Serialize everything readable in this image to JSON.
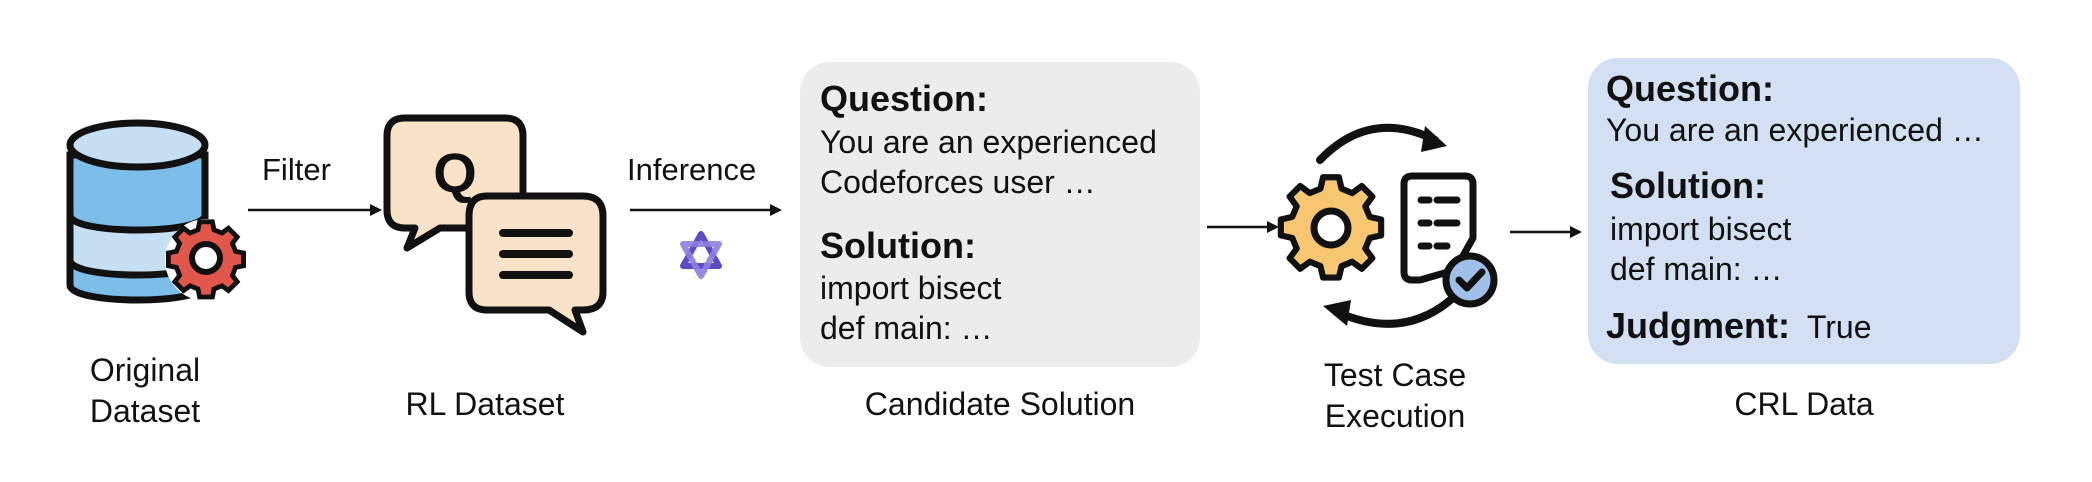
{
  "stages": {
    "original": {
      "label_line1": "Original",
      "label_line2": "Dataset",
      "icon": "database-gear-icon"
    },
    "rl": {
      "label": "RL Dataset",
      "icon": "qa-chat-icon",
      "q_letter": "Q"
    },
    "candidate": {
      "label": "Candidate Solution",
      "question_heading": "Question:",
      "question_line1": "You are an experienced",
      "question_line2": "Codeforces user …",
      "solution_heading": "Solution:",
      "solution_line1": "import bisect",
      "solution_line2": "def main: …"
    },
    "execution": {
      "label_line1": "Test Case",
      "label_line2": "Execution",
      "icon": "gear-checklist-cycle-icon"
    },
    "crl": {
      "label": "CRL Data",
      "question_heading": "Question:",
      "question_line1": "You are an experienced …",
      "solution_heading": "Solution:",
      "solution_line1": "import bisect",
      "solution_line2": "def main: …",
      "judgment_heading": "Judgment:",
      "judgment_value": "True"
    }
  },
  "arrows": {
    "filter": "Filter",
    "inference": "Inference",
    "inference_icon": "model-logo-icon"
  },
  "colors": {
    "db_blue": "#7cbde9",
    "db_light": "#c6dff2",
    "gear_red": "#e2574c",
    "bubble_fill": "#f8e3c8",
    "exec_gear": "#f6c770",
    "check_blue": "#9fc0e8",
    "card_gray": "#ececec",
    "card_blue": "#d3e0f3",
    "logo_purple": "#5b4bc4"
  }
}
